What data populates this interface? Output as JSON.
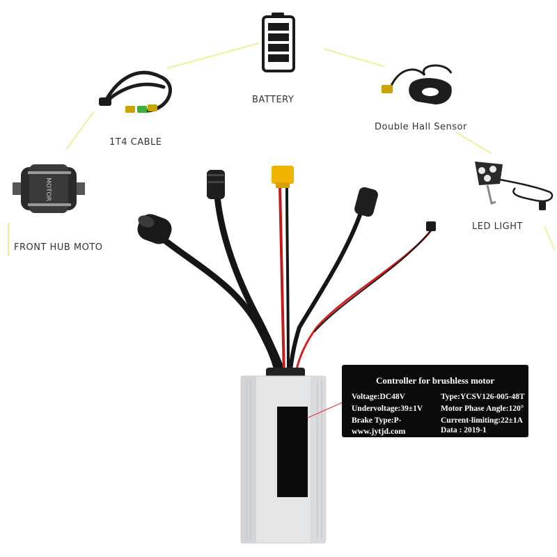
{
  "components": {
    "battery": "BATTERY",
    "cable": "1T4 CABLE",
    "sensor": "Double Hall Sensor",
    "light": "LED LIGHT",
    "motor": "FRONT HUB MOTO"
  },
  "spec_label": {
    "title": "Controller for brushless motor",
    "voltage": "Voltage:DC48V",
    "type": "Type:YCSV126-005-48T",
    "undervoltage": "Undervoltage:39±1V",
    "phase_angle": "Motor Phase Angle:120°",
    "brake_type": "Brake Type:P-",
    "current_limiting": "Current-limiting:22±1A",
    "website": "www.jytjd.com",
    "date": "Data : 2019-1"
  },
  "colors": {
    "arc": "#f2ef9a",
    "cable": "#1a1a1a",
    "red_wire": "#d42020",
    "connector": "#f0b400",
    "housing": "#e3e5e7"
  }
}
